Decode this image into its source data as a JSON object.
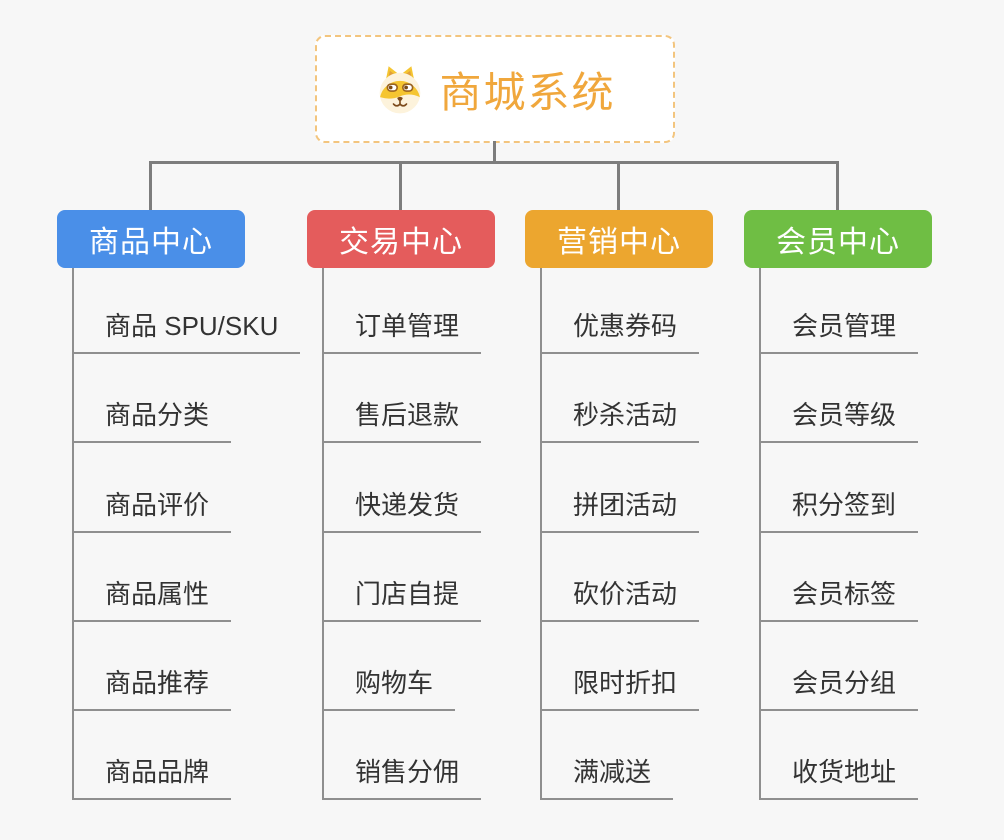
{
  "root": {
    "title": "商城系统",
    "icon": "dog-face",
    "title_color": "#f0a73c",
    "border_color": "#f3c57e"
  },
  "branches": [
    {
      "id": "product-center",
      "label": "商品中心",
      "color": "#4a8fe8",
      "children": [
        "商品 SPU/SKU",
        "商品分类",
        "商品评价",
        "商品属性",
        "商品推荐",
        "商品品牌"
      ]
    },
    {
      "id": "trade-center",
      "label": "交易中心",
      "color": "#e45c5c",
      "children": [
        "订单管理",
        "售后退款",
        "快递发货",
        "门店自提",
        "购物车",
        "销售分佣"
      ]
    },
    {
      "id": "marketing-center",
      "label": "营销中心",
      "color": "#eca62f",
      "children": [
        "优惠券码",
        "秒杀活动",
        "拼团活动",
        "砍价活动",
        "限时折扣",
        "满减送"
      ]
    },
    {
      "id": "member-center",
      "label": "会员中心",
      "color": "#6fbe44",
      "children": [
        "会员管理",
        "会员等级",
        "积分签到",
        "会员标签",
        "会员分组",
        "收货地址"
      ]
    }
  ],
  "palette": {
    "background": "#f7f7f7",
    "connector": "#7d7d7d",
    "leaf_line": "#8f8f8f",
    "leaf_text": "#333333"
  }
}
